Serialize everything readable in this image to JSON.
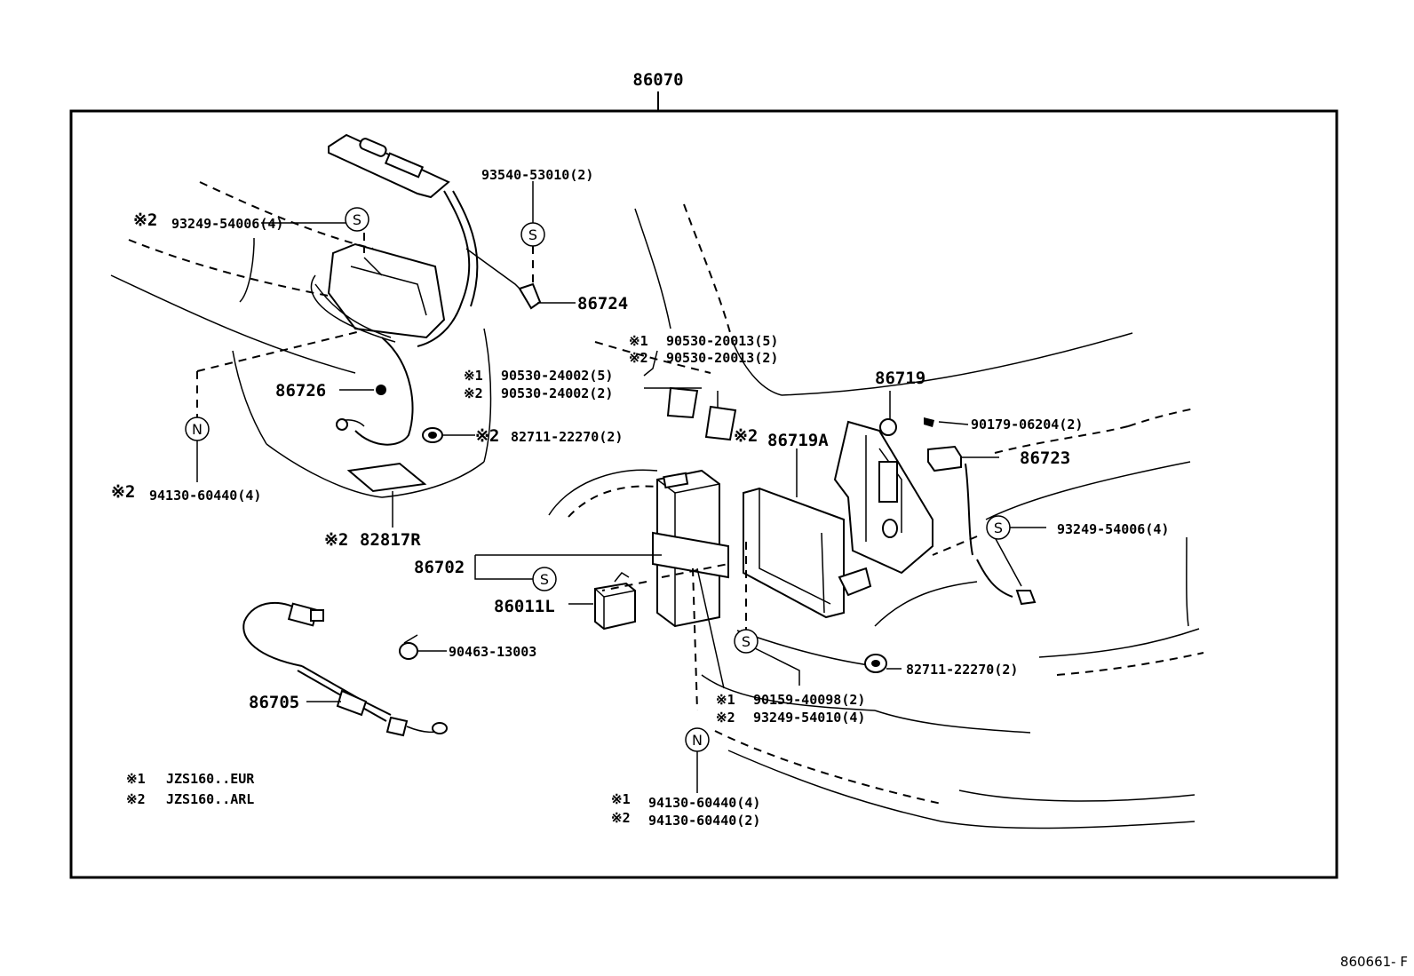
{
  "assembly_label": "86070",
  "figure_id": "860661- F",
  "legend": [
    {
      "mark": "※1",
      "text": "JZS160..EUR"
    },
    {
      "mark": "※2",
      "text": "JZS160..ARL"
    }
  ],
  "callouts": {
    "c01": {
      "mark": "",
      "text": "93540-53010(2)"
    },
    "c02": {
      "mark": "※2",
      "text": "93249-54006(4)"
    },
    "c03": {
      "mark": "",
      "text": "86724"
    },
    "c04": {
      "mark": "",
      "text": "86726"
    },
    "c05": {
      "mark": "※2",
      "text": "94130-60440(4)"
    },
    "c06": {
      "mark": "※2",
      "text": "82817R"
    },
    "c07": {
      "mark": "※1",
      "text": "90530-20013(5)"
    },
    "c08": {
      "mark": "※2",
      "text": "90530-20013(2)"
    },
    "c09": {
      "mark": "※1",
      "text": "90530-24002(5)"
    },
    "c10": {
      "mark": "※2",
      "text": "90530-24002(2)"
    },
    "c11": {
      "mark": "※2",
      "text": "82711-22270(2)"
    },
    "c12": {
      "mark": "",
      "text": "86719"
    },
    "c13": {
      "mark": "",
      "text": "90179-06204(2)"
    },
    "c14": {
      "mark": "※2",
      "text": "86719A"
    },
    "c15": {
      "mark": "",
      "text": "86723"
    },
    "c16": {
      "mark": "",
      "text": "93249-54006(4)"
    },
    "c17": {
      "mark": "",
      "text": "86702"
    },
    "c18": {
      "mark": "",
      "text": "86011L"
    },
    "c19": {
      "mark": "",
      "text": "90463-13003"
    },
    "c20": {
      "mark": "",
      "text": "82711-22270(2)"
    },
    "c21": {
      "mark": "※1",
      "text": "90159-40098(2)"
    },
    "c22": {
      "mark": "※2",
      "text": "93249-54010(4)"
    },
    "c23": {
      "mark": "",
      "text": "86705"
    },
    "c24": {
      "mark": "※1",
      "text": "94130-60440(4)"
    },
    "c25": {
      "mark": "※2",
      "text": "94130-60440(2)"
    }
  },
  "symbols": {
    "s": "S",
    "n": "N"
  }
}
